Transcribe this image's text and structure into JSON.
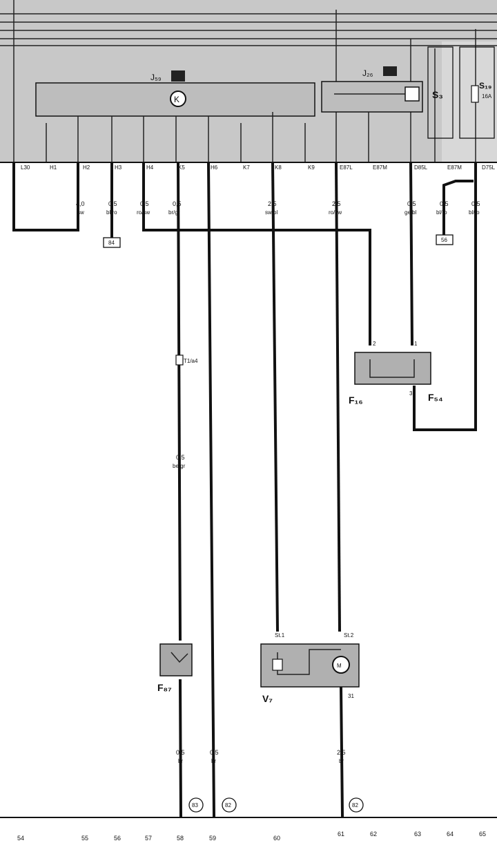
{
  "relay_labels": {
    "left_relay": "J₅₉",
    "right_relay": "J₂₆",
    "k_symbol": "K",
    "s_fuse": "S₃",
    "s_fuse2": "S₁₉",
    "s_fuse2_amp": "16A"
  },
  "connector_top_labels": [
    "L30",
    "H1",
    "H2",
    "H3",
    "H4",
    "K5",
    "H6",
    "K7",
    "K8",
    "K9",
    "E87L",
    "E87M",
    "D85L",
    "E87M",
    "D75L"
  ],
  "wires": [
    {
      "gauge": "4,0",
      "color": "sw"
    },
    {
      "gauge": "0,5",
      "color": "bl/ro"
    },
    {
      "gauge": "0,5",
      "color": "ro/sw"
    },
    {
      "gauge": "0,5",
      "color": "br/gr"
    },
    {
      "gauge": "2,5",
      "color": "sw/bl"
    },
    {
      "gauge": "2,5",
      "color": "ro/sw"
    },
    {
      "gauge": "0,5",
      "color": "ge/bl"
    },
    {
      "gauge": "0,5",
      "color": "bl/ro"
    },
    {
      "gauge": "0,5",
      "color": "bl/ro"
    }
  ],
  "boxes": {
    "box84": "84",
    "box56": "56"
  },
  "mid_labels": {
    "connector_T1": "T1/a4",
    "wire_bege_gauge": "0,5",
    "wire_bege_color": "be/gr"
  },
  "components": {
    "f16": "F₁₆",
    "f54": "F₅₄",
    "f87": "F₈₇",
    "v7": "V₇"
  },
  "pins": {
    "f_pin2": "2",
    "f_pin1": "1",
    "f_pin3": "3",
    "v_pin_a": "St.1",
    "v_pin_b": "St.2",
    "v_pin_31": "31"
  },
  "bottom_wires": [
    {
      "gauge": "0,5",
      "color": "br"
    },
    {
      "gauge": "0,5",
      "color": "br"
    },
    {
      "gauge": "2,5",
      "color": "br"
    }
  ],
  "ground_labels": [
    "83",
    "82",
    "82"
  ],
  "column_numbers": [
    "54",
    "55",
    "56",
    "57",
    "58",
    "59",
    "60",
    "61",
    "62",
    "63",
    "64",
    "65"
  ],
  "colors": {
    "panel_bg": "#c8c8c8",
    "wire": "#111111",
    "component_bg": "#a8a8a8"
  }
}
